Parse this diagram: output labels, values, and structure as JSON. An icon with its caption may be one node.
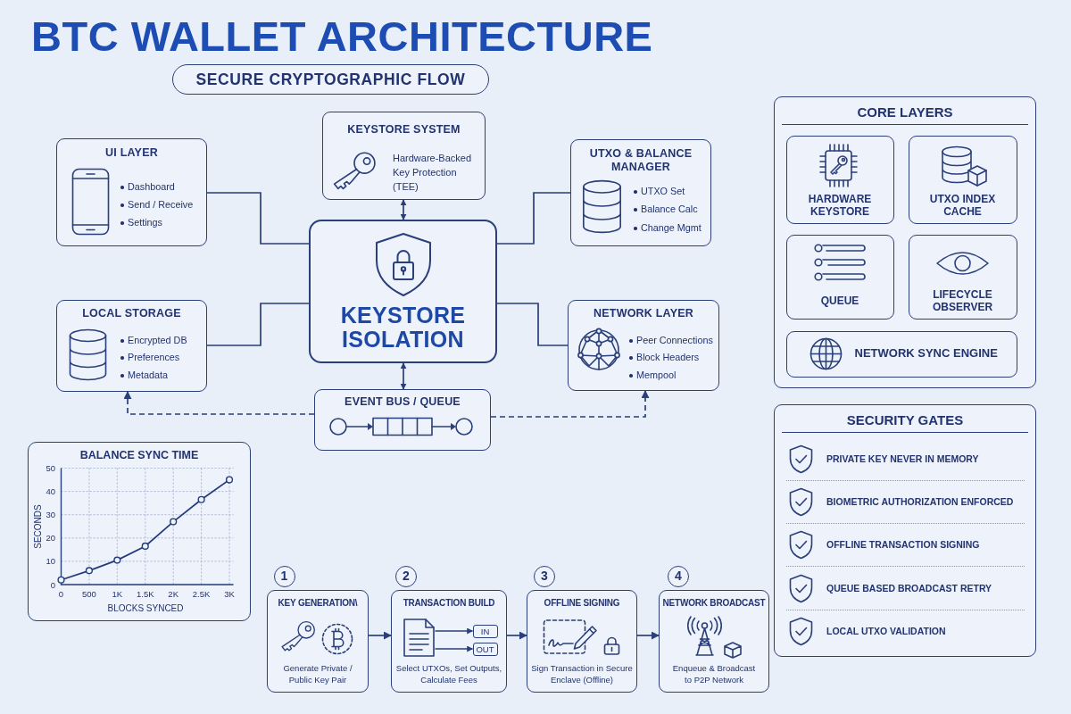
{
  "diagram": {
    "title": "BTC WALLET ARCHITECTURE",
    "nodes": [
      {
        "text": [
          "SECURE CRYPTOGRAPHIC FLOW"
        ]
      },
      {
        "text": [
          "UI LAYER",
          "Dashboard",
          "Send / Receive",
          "Settings"
        ]
      },
      {
        "text": [
          "KEYSTORE SYSTEM",
          "Hardware-Backed Key Protection (TEE)"
        ]
      },
      {
        "text": [
          "UTXO & BALANCE MANAGER",
          "UTXO Set",
          "Balance Calc",
          "Change Mgmt"
        ]
      },
      {
        "text": [
          "KEYSTORE ISOLATION"
        ]
      },
      {
        "text": [
          "LOCAL STORAGE",
          "Encrypted DB",
          "Preferences",
          "Metadata"
        ]
      },
      {
        "text": [
          "NETWORK LAYER",
          "Peer Connections",
          "Block Headers",
          "Mempool"
        ]
      },
      {
        "text": [
          "EVENT BUS / QUEUE"
        ]
      },
      {
        "text": [
          "CORE LAYERS"
        ]
      },
      {
        "text": [
          "HARDWARE KEYSTORE"
        ],
        "in": 8
      },
      {
        "text": [
          "UTXO INDEX CACHE"
        ],
        "in": 8
      },
      {
        "text": [
          "QUEUE"
        ],
        "in": 8
      },
      {
        "text": [
          "LIFECYCLE OBSERVER"
        ],
        "in": 8
      },
      {
        "text": [
          "NETWORK SYNC ENGINE"
        ],
        "in": 8
      },
      {
        "text": [
          "SECURITY GATES",
          "PRIVATE KEY NEVER IN MEMORY",
          "BIOMETRIC AUTHORIZATION ENFORCED",
          "OFFLINE TRANSACTION SIGNING",
          "QUEUE BASED BROADCAST RETRY",
          "LOCAL UTXO VALIDATION"
        ]
      },
      {
        "text": [
          "KEY GENERATION\\",
          "Generate Private / Public Key Pair"
        ],
        "beside": [
          "1"
        ]
      },
      {
        "text": [
          "TRANSACTION BUILD",
          "Select UTXOs, Set Outputs, Calculate Fees"
        ],
        "beside": [
          "2"
        ]
      },
      {
        "text": [],
        "shape": "picture",
        "in": 16
      },
      {
        "text": [
          "IN"
        ],
        "in": 16
      },
      {
        "text": [
          "OUT"
        ],
        "in": 16
      },
      {
        "text": [
          "OFFLINE SIGNING",
          "Sign Transaction in Secure Enclave (Offline)"
        ],
        "beside": [
          "3"
        ]
      },
      {
        "text": [
          "NETWORK BROADCAST",
          "Enqueue & Broadcast to P2P Network"
        ],
        "beside": [
          "4"
        ]
      }
    ],
    "edges": [
      {
        "from": 1,
        "to": 4,
        "arrow": "none"
      },
      {
        "from": 2,
        "to": 4,
        "arrow": "both"
      },
      {
        "from": 3,
        "to": 4,
        "arrow": "none"
      },
      {
        "from": 5,
        "to": 4,
        "arrow": "none"
      },
      {
        "from": 6,
        "to": 4,
        "arrow": "none"
      },
      {
        "from": 4,
        "to": 7,
        "arrow": "both"
      },
      {
        "from": 7,
        "to": 5,
        "arrow": "to",
        "style": "dashed"
      },
      {
        "from": 7,
        "to": 6,
        "arrow": "to",
        "style": "dashed"
      },
      {
        "from": 15,
        "to": 16,
        "arrow": "to"
      },
      {
        "from": 17,
        "to": 18,
        "arrow": "to"
      },
      {
        "from": 17,
        "to": 19,
        "arrow": "to"
      },
      {
        "from": 16,
        "to": 20,
        "arrow": "to"
      },
      {
        "from": 20,
        "to": 21,
        "arrow": "to"
      }
    ],
    "chart_data": {
      "type": "line",
      "title": "BALANCE SYNC TIME",
      "xlabel": "BLOCKS SYNCED",
      "ylabel": "SECONDS",
      "grid": true,
      "x": [
        0,
        500,
        1000,
        1500,
        2000,
        2500,
        3000
      ],
      "series": [
        {
          "color": "#243a7a",
          "marker": "circle",
          "values": [
            2,
            6,
            10.5,
            16.5,
            27,
            36.5,
            45
          ]
        }
      ],
      "xlim": [
        0,
        3000
      ],
      "ylim": [
        0,
        50
      ],
      "xticks": [
        0,
        500,
        {
          "value": 1000,
          "label": "1K"
        },
        {
          "value": 1500,
          "label": "1.5K"
        },
        {
          "value": 2000,
          "label": "2K"
        },
        {
          "value": 2500,
          "label": "2.5K"
        },
        {
          "value": 3000,
          "label": "3K"
        }
      ],
      "yticks": [
        0,
        10,
        20,
        30,
        40,
        50
      ]
    }
  }
}
